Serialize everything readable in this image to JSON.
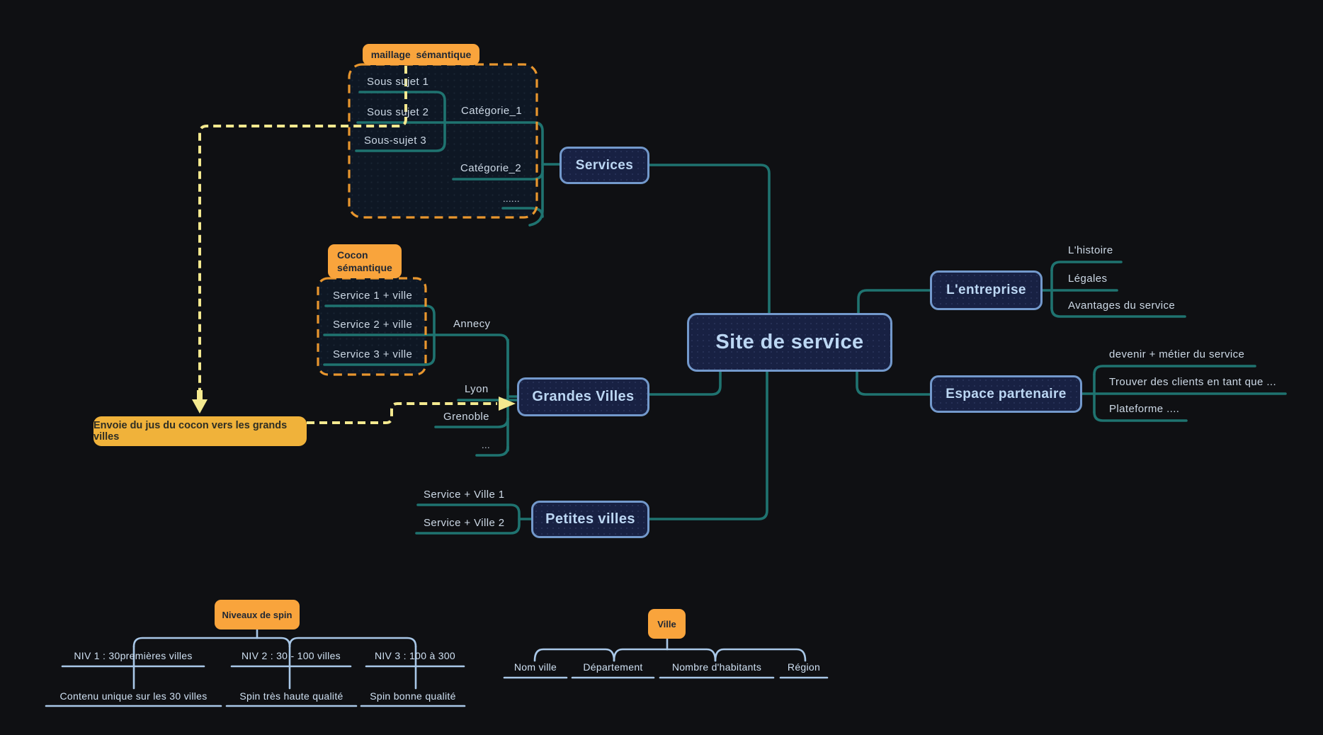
{
  "colors": {
    "background": "#0f1013",
    "branch_teal": "#1f7370",
    "node_border_blue": "#7399cc",
    "node_bg_navy": "#182143",
    "node_text_blue": "#bcd7f3",
    "orange_tag": "#f9a43c",
    "orange_dash_border": "#e8962e",
    "flow_yellow": "#f4e98f",
    "envoie_bg": "#f0b23a",
    "tree_line_blue": "#a9c8e8"
  },
  "mindmap": {
    "central": "Site de service",
    "maillage_label": "maillage  sémantique",
    "services": {
      "title": "Services",
      "cat1": "Catégorie_1",
      "cat2": "Catégorie_2",
      "cat_more": "......",
      "sub1": "Sous sujet 1",
      "sub2": "Sous sujet 2",
      "sub3": "Sous-sujet 3"
    },
    "cocon_label_line1": "Cocon",
    "cocon_label_line2": "sémantique",
    "cocon": {
      "s1": "Service 1 + ville",
      "s2": "Service 2 + ville",
      "s3": "Service 3 + ville"
    },
    "grandes": {
      "title": "Grandes Villes",
      "annecy": "Annecy",
      "lyon": "Lyon",
      "grenoble": "Grenoble",
      "more": "..."
    },
    "petites": {
      "title": "Petites villes",
      "sv1": "Service + Ville 1",
      "sv2": "Service + Ville 2"
    },
    "entreprise": {
      "title": "L'entreprise",
      "histoire": "L'histoire",
      "legales": "Légales",
      "avantages": "Avantages du service"
    },
    "partenaire": {
      "title": "Espace partenaire",
      "devenir": "devenir + métier du service",
      "trouver": "Trouver des clients en tant que ...",
      "plateforme": "Plateforme ...."
    },
    "envoie": "Envoie du jus du cocon vers les grands villes"
  },
  "spin_tree": {
    "root": "Niveaux de spin",
    "niv1": "NIV 1 : 30premières villes",
    "niv2": "NIV 2 : 30 - 100 villes",
    "niv3": "NIV 3 : 100 à 300",
    "niv1_child": "Contenu unique sur les 30 villes",
    "niv2_child": "Spin très haute qualité",
    "niv3_child": "Spin bonne qualité"
  },
  "ville_tree": {
    "root": "Ville",
    "c1": "Nom ville",
    "c2": "Département",
    "c3": "Nombre d'habitants",
    "c4": "Région"
  }
}
